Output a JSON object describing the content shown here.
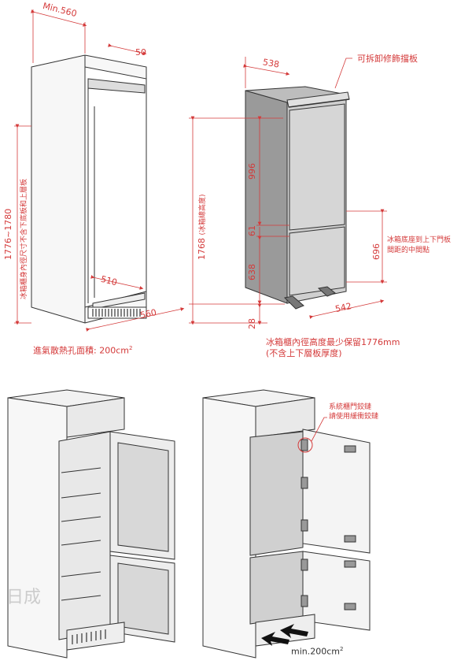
{
  "colors": {
    "dimension": "#d43a3a",
    "outline": "#333333",
    "panel": "#e6e6e6",
    "fridge": "#cfcfcf"
  },
  "dimensions": {
    "min_560": "Min.560",
    "depth_50": "50",
    "width_538": "538",
    "height_range": "1776~1780",
    "cabinet_note": "冰箱櫃身內徑尺寸不含下底板和上層板",
    "depth_510": "510",
    "depth_560": "560",
    "vent_area": "進氣散熱孔面積: 200cm",
    "vent_sup": "2",
    "removable_panel": "可拆卸修飾擋板",
    "upper_996": "996",
    "gap_61": "61",
    "lower_638": "638",
    "height_1768": "1768",
    "height_1768_note": "(冰箱總高度)",
    "base_28": "28",
    "width_542": "542",
    "door_696": "696",
    "door_note_1": "冰箱底座到上下門板",
    "door_note_2": "間距的中間點",
    "min_height_1": "冰箱櫃內徑高度最少保留1776mm",
    "min_height_2": "(不含上下層板厚度)"
  },
  "install": {
    "hinge_note_1": "系統櫃門鉸鏈",
    "hinge_note_2": "請使用緩衝鉸鏈",
    "airflow": "min.200cm",
    "airflow_sup": "2"
  },
  "watermark": "日成"
}
